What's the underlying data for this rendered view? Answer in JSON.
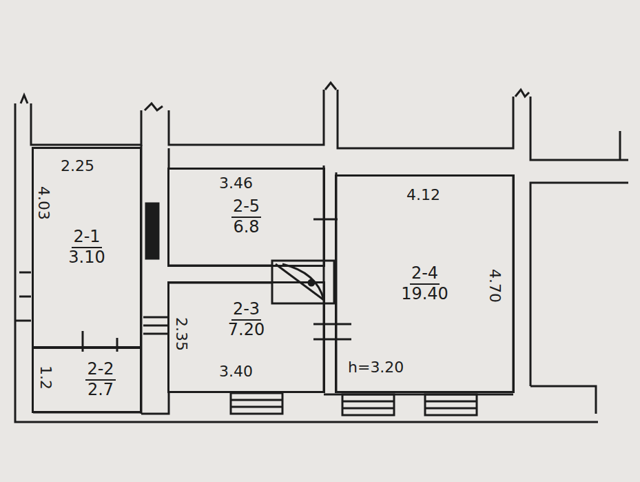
{
  "diagram": {
    "nodes": [
      {
        "text": [
          "2-1",
          "3.10"
        ]
      },
      {
        "text": [
          "2-2",
          "2.7"
        ]
      },
      {
        "text": [
          "2-5",
          "6.8"
        ]
      },
      {
        "text": [
          "2-3",
          "7.20"
        ]
      },
      {
        "text": [
          "2-4",
          "19.40"
        ]
      }
    ],
    "labels": [
      "2.25",
      "4.03",
      "1.2",
      "3.46",
      "2.35",
      "3.40",
      "4.12",
      "4.70",
      "h=3.20"
    ]
  }
}
